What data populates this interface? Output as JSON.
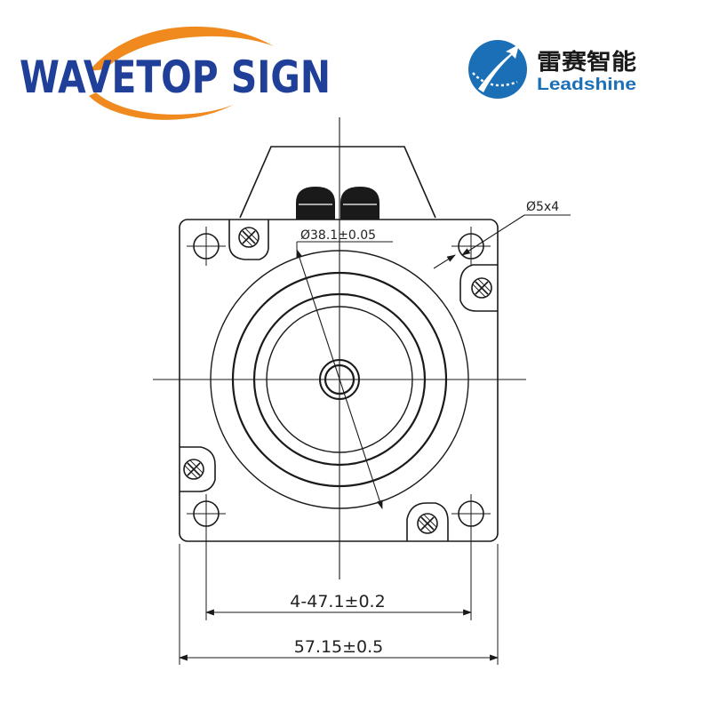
{
  "brand": {
    "name": "WAVETOP SIGN",
    "name_color": "#1f3f99",
    "swoosh_color": "#f08a1e"
  },
  "partner": {
    "name_cn": "雷赛智能",
    "name_en": "Leadshine",
    "accent_color": "#1b6fb6"
  },
  "drawing": {
    "line_color": "#1a1a1a",
    "labels": {
      "pilot_diameter": "Ø38.1±0.05",
      "mount_holes": "Ø5x4",
      "hole_spacing": "4-47.1±0.2",
      "flange_width": "57.15±0.5"
    }
  }
}
